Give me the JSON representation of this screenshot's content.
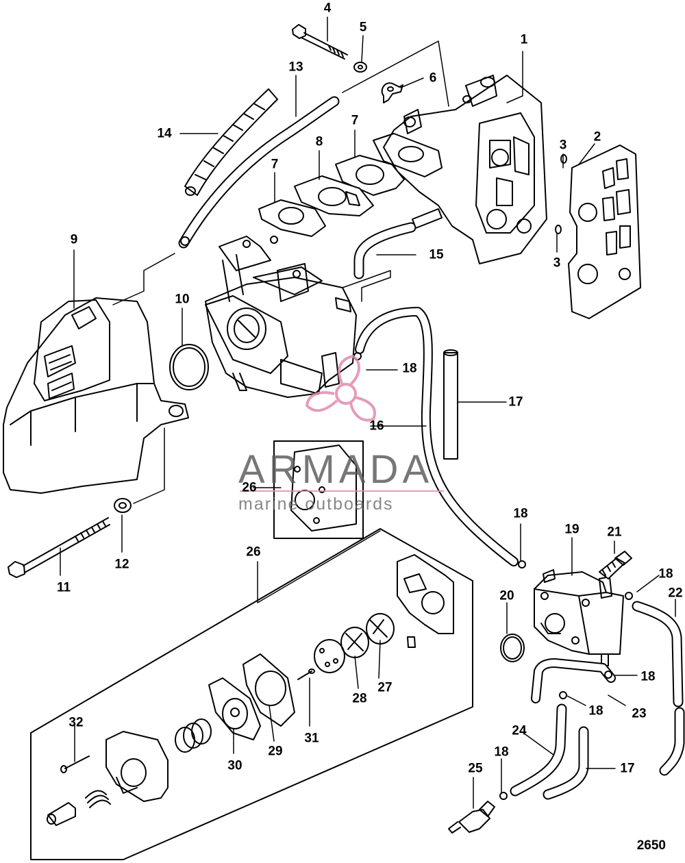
{
  "diagram": {
    "drawing_number": "2650",
    "callouts": [
      "1",
      "2",
      "3",
      "3",
      "4",
      "5",
      "6",
      "7",
      "7",
      "8",
      "9",
      "10",
      "11",
      "12",
      "13",
      "14",
      "15",
      "16",
      "17",
      "17",
      "18",
      "18",
      "18",
      "18",
      "18",
      "18",
      "19",
      "20",
      "21",
      "22",
      "23",
      "24",
      "25",
      "26",
      "26",
      "27",
      "28",
      "29",
      "30",
      "31",
      "32"
    ]
  },
  "watermark": {
    "brand": "ARMADA",
    "tagline": "marine outboards",
    "accent_color": "#e08bb0"
  },
  "colors": {
    "line": "#000000",
    "background": "#ffffff"
  }
}
